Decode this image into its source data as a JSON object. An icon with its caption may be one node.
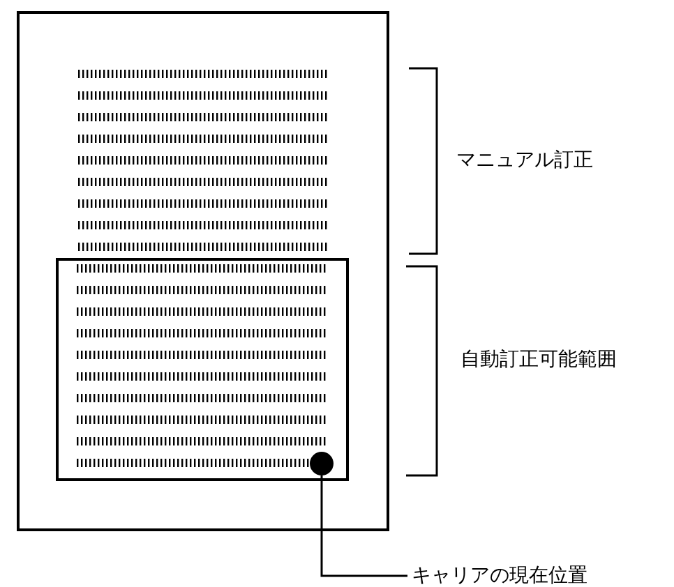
{
  "diagram": {
    "nodes": [
      {
        "text": [],
        "shape": "box"
      },
      {
        "text": [],
        "shape": "box",
        "in": 0
      },
      {
        "text": [],
        "shape": "circle",
        "in": 1
      },
      {
        "text": [
          "キャリアの現在位置"
        ]
      }
    ],
    "edges": [
      {
        "from": 3,
        "to": 2,
        "arrow": "none"
      }
    ],
    "labels": [
      "マニュアル訂正",
      "自動訂正可能範囲"
    ]
  }
}
